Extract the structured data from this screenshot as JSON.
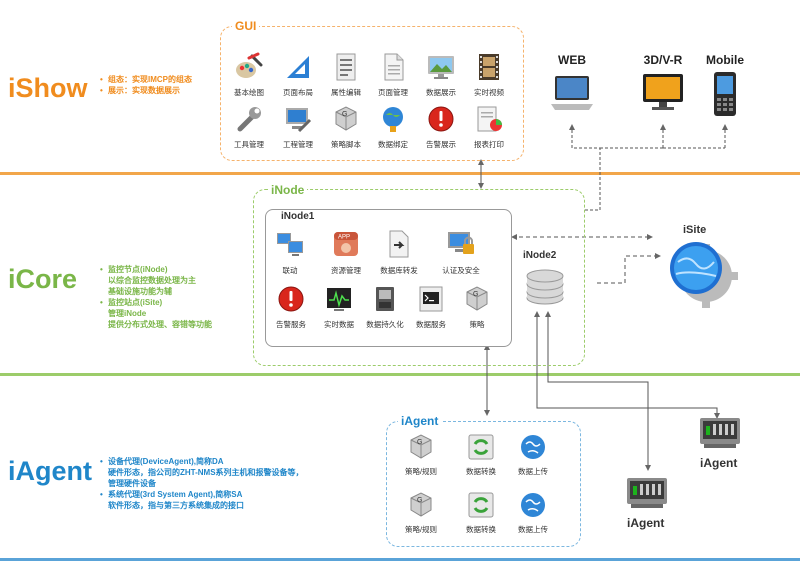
{
  "colors": {
    "show": "#f08c1e",
    "core": "#7ab648",
    "agent": "#1f86c9",
    "gui_box": "#f5b26b",
    "inode_box": "#9ccc6a",
    "iagent_box": "#7bb7e0"
  },
  "layers": {
    "ishow": {
      "title": "iShow",
      "bullets": [
        "组态：实现IMCP的组态",
        "展示：实现数据展示"
      ]
    },
    "icore": {
      "title": "iCore",
      "bullets": [
        {
          "text": "监控节点(iNode)",
          "bullet": true
        },
        {
          "text": "以综合监控数据处理为主",
          "bullet": false
        },
        {
          "text": "基础设施功能为辅",
          "bullet": false
        },
        {
          "text": "监控站点(iSite)",
          "bullet": true
        },
        {
          "text": "管理iNode",
          "bullet": false
        },
        {
          "text": "提供分布式处理、容错等功能",
          "bullet": false
        }
      ]
    },
    "iagent": {
      "title": "iAgent",
      "bullets": [
        {
          "text": "设备代理(DeviceAgent),简称DA",
          "bullet": true
        },
        {
          "text": "硬件形态，指公司的ZHT-NMS系列主机和报警设备等，",
          "bullet": false
        },
        {
          "text": "管理硬件设备",
          "bullet": false
        },
        {
          "text": "系统代理(3rd System Agent),简称SA",
          "bullet": true
        },
        {
          "text": "软件形态，指与第三方系统集成的接口",
          "bullet": false
        }
      ]
    }
  },
  "gui": {
    "label": "GUI",
    "items": [
      {
        "label": "基本绘图",
        "icon": "paint-tools-icon"
      },
      {
        "label": "页面布局",
        "icon": "triangle-ruler-icon"
      },
      {
        "label": "属性编辑",
        "icon": "document-list-icon"
      },
      {
        "label": "页面管理",
        "icon": "page-icon"
      },
      {
        "label": "数据展示",
        "icon": "monitor-picture-icon"
      },
      {
        "label": "实时视频",
        "icon": "film-icon"
      },
      {
        "label": "工具管理",
        "icon": "wrench-icon"
      },
      {
        "label": "工程管理",
        "icon": "computer-wrench-icon"
      },
      {
        "label": "策略脚本",
        "icon": "script-key-icon"
      },
      {
        "label": "数据绑定",
        "icon": "globe-gear-icon"
      },
      {
        "label": "告警展示",
        "icon": "alarm-icon"
      },
      {
        "label": "报表打印",
        "icon": "report-icon"
      }
    ]
  },
  "clients": [
    {
      "label": "WEB",
      "icon": "laptop-icon"
    },
    {
      "label": "3D/V-R",
      "icon": "tv-icon"
    },
    {
      "label": "Mobile",
      "icon": "mobile-phone-icon"
    }
  ],
  "inode": {
    "label": "iNode",
    "inode1": {
      "label": "iNode1",
      "items": [
        {
          "label": "联动",
          "icon": "linked-computers-icon"
        },
        {
          "label": "资源管理",
          "icon": "app-icon"
        },
        {
          "label": "数据库转发",
          "icon": "document-arrow-icon"
        },
        {
          "label": "认证及安全",
          "icon": "secure-monitor-icon"
        },
        {
          "label": "告警服务",
          "icon": "alarm-icon"
        },
        {
          "label": "实时数据",
          "icon": "realtime-chart-icon"
        },
        {
          "label": "数据持久化",
          "icon": "disk-icon"
        },
        {
          "label": "数据服务",
          "icon": "terminal-icon"
        },
        {
          "label": "策略",
          "icon": "script-key-icon"
        }
      ]
    },
    "inode2": "iNode2"
  },
  "isite": "iSite",
  "iagent": {
    "label": "iAgent",
    "items": [
      {
        "label": "策略/规则",
        "icon": "script-key-icon"
      },
      {
        "label": "数据转换",
        "icon": "transform-icon"
      },
      {
        "label": "数据上传",
        "icon": "globe-icon"
      },
      {
        "label": "策略/规则",
        "icon": "script-key-icon"
      },
      {
        "label": "数据转换",
        "icon": "transform-icon"
      },
      {
        "label": "数据上传",
        "icon": "globe-icon"
      }
    ]
  },
  "devices": [
    "iAgent",
    "iAgent"
  ]
}
